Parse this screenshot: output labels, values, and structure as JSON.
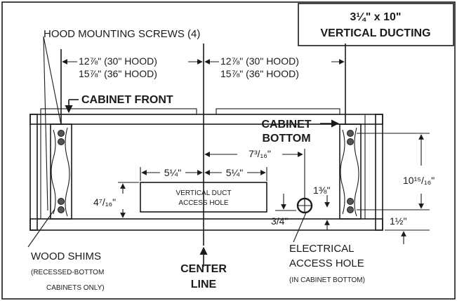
{
  "labels": {
    "hood_screws": "HOOD MOUNTING SCREWS (4)",
    "ducting_size": "3¼\" x 10\"",
    "ducting_title": "VERTICAL DUCTING",
    "cabinet_front": "CABINET FRONT",
    "cabinet_bottom_1": "CABINET",
    "cabinet_bottom_2": "BOTTOM",
    "duct_hole_1": "VERTICAL DUCT",
    "duct_hole_2": "ACCESS HOLE",
    "wood_shims": "WOOD SHIMS",
    "shims_note_1": "(RECESSED-BOTTOM",
    "shims_note_2": "CABINETS ONLY)",
    "center_line_1": "CENTER",
    "center_line_2": "LINE",
    "electrical_1": "ELECTRICAL",
    "electrical_2": "ACCESS HOLE",
    "electrical_note": "(IN CABINET BOTTOM)"
  },
  "dimensions": {
    "left_30": "12⅞\" (30\" HOOD)",
    "left_36": "15⅞\" (36\" HOOD)",
    "right_30": "12⅞\" (30\" HOOD)",
    "right_36": "15⅞\" (36\" HOOD)",
    "center_to_electrical": "7³/₁₆\"",
    "duct_half_left": "5¼\"",
    "duct_half_right": "5¼\"",
    "duct_height": "4⁷/₁₆\"",
    "electrical_height": "1⅜\"",
    "electrical_offset": "3/4\"",
    "screw_spacing": "10¹⁵/₁₆\"",
    "screw_edge": "1½\""
  },
  "colors": {
    "ink": "#1a1a1a",
    "duct_fill": "#d4d4d4",
    "wood_fill": "#eeeeee"
  }
}
